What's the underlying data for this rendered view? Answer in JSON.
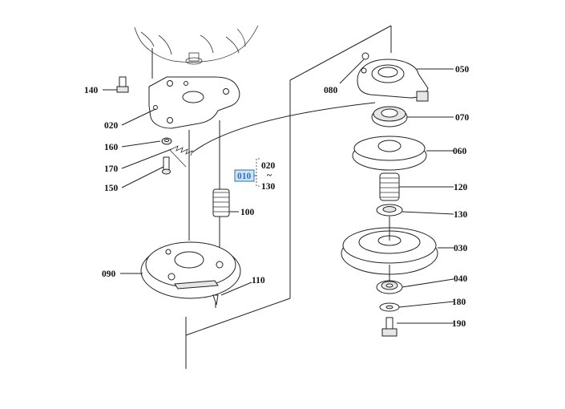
{
  "diagram": {
    "highlighted_part": "010",
    "highlight_color": "#2f6fb3",
    "bracket_range": {
      "start": "020",
      "separator": "~",
      "end": "130"
    },
    "callouts": {
      "p140": "140",
      "p020": "020",
      "p160": "160",
      "p170": "170",
      "p150": "150",
      "p010": "010",
      "p100": "100",
      "p090": "090",
      "p110": "110",
      "p080": "080",
      "p050": "050",
      "p070": "070",
      "p060": "060",
      "p120": "120",
      "p130": "130",
      "p030": "030",
      "p040": "040",
      "p180": "180",
      "p190": "190"
    }
  }
}
